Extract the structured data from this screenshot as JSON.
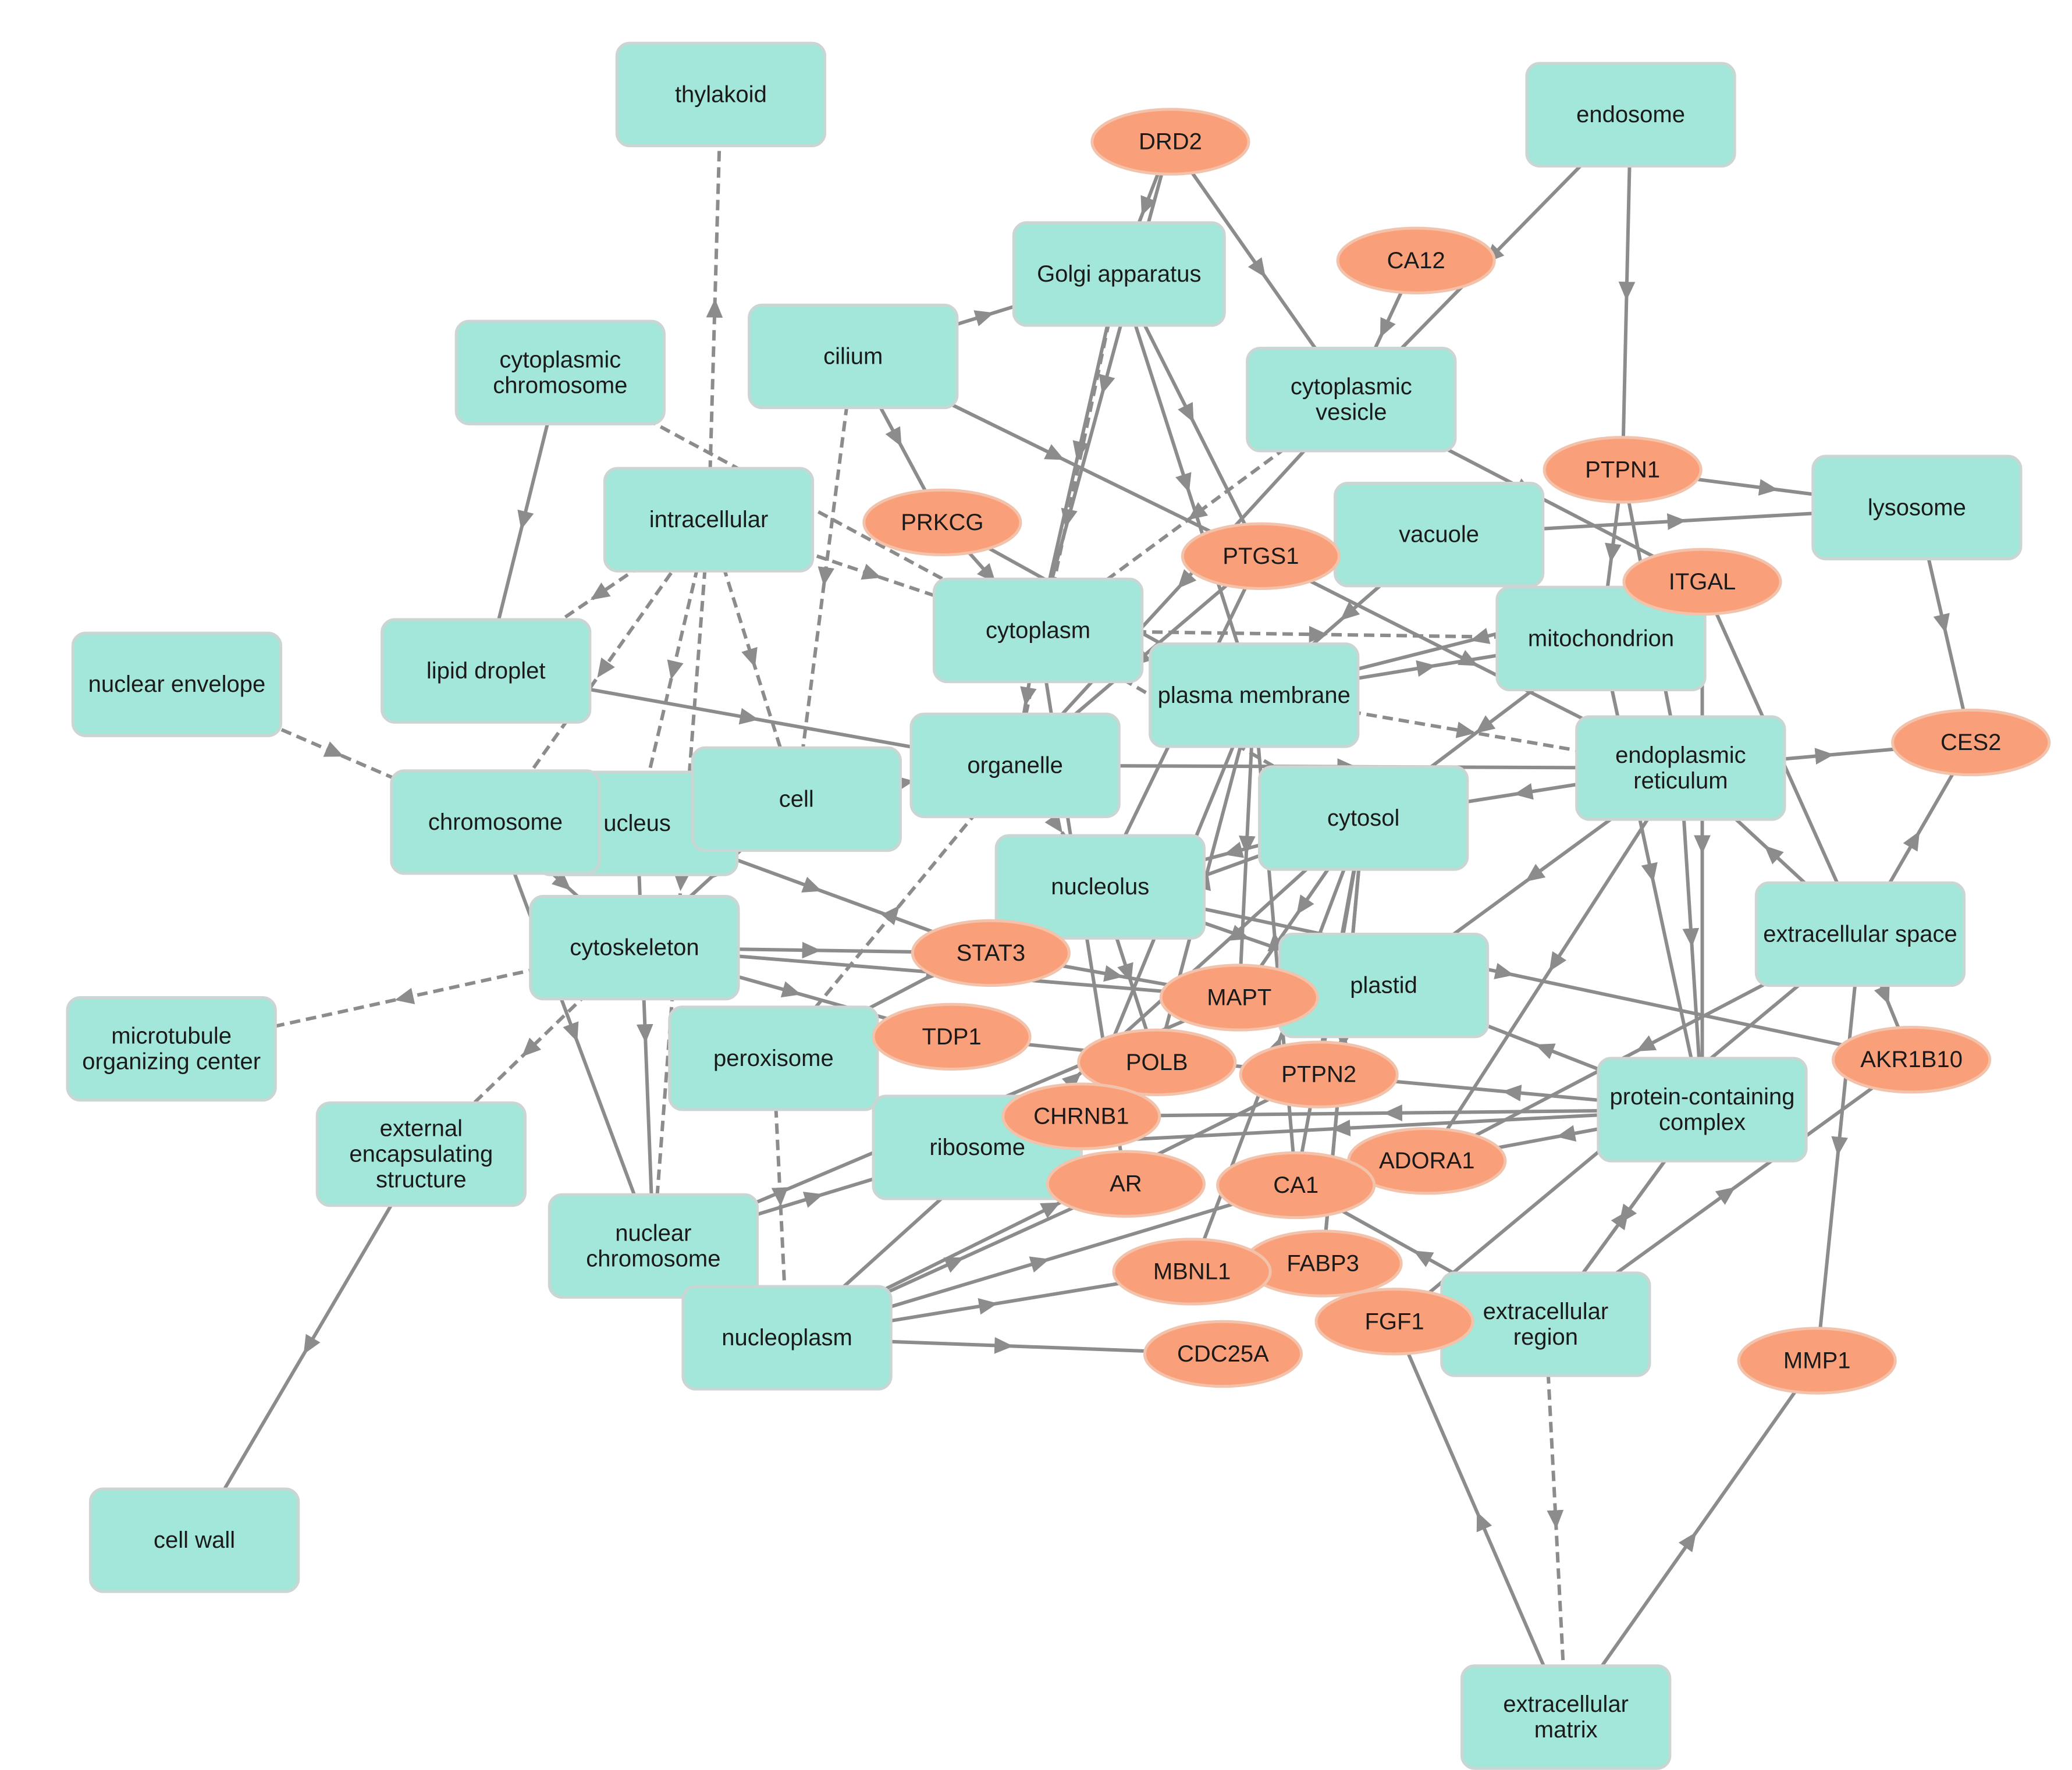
{
  "colors": {
    "component_fill": "#a3e6da",
    "component_stroke": "#c9d6d3",
    "gene_fill": "#f9a07a",
    "gene_stroke": "#f3c2ab",
    "edge": "#8c8c8c",
    "text": "#1a1a1a"
  },
  "nodes": [
    {
      "id": "thylakoid",
      "kind": "component",
      "lines": [
        "thylakoid"
      ]
    },
    {
      "id": "endosome",
      "kind": "component",
      "lines": [
        "endosome"
      ]
    },
    {
      "id": "golgi",
      "kind": "component",
      "lines": [
        "Golgi apparatus"
      ]
    },
    {
      "id": "cilium",
      "kind": "component",
      "lines": [
        "cilium"
      ]
    },
    {
      "id": "cytchrom",
      "kind": "component",
      "lines": [
        "cytoplasmic",
        "chromosome"
      ]
    },
    {
      "id": "cytves",
      "kind": "component",
      "lines": [
        "cytoplasmic",
        "vesicle"
      ]
    },
    {
      "id": "intracellular",
      "kind": "component",
      "lines": [
        "intracellular"
      ]
    },
    {
      "id": "vacuole",
      "kind": "component",
      "lines": [
        "vacuole"
      ]
    },
    {
      "id": "lysosome",
      "kind": "component",
      "lines": [
        "lysosome"
      ]
    },
    {
      "id": "cytoplasm",
      "kind": "component",
      "lines": [
        "cytoplasm"
      ]
    },
    {
      "id": "mito",
      "kind": "component",
      "lines": [
        "mitochondrion"
      ]
    },
    {
      "id": "nucenv",
      "kind": "component",
      "lines": [
        "nuclear envelope"
      ]
    },
    {
      "id": "lipid",
      "kind": "component",
      "lines": [
        "lipid droplet"
      ]
    },
    {
      "id": "plasmamem",
      "kind": "component",
      "lines": [
        "plasma membrane"
      ]
    },
    {
      "id": "er",
      "kind": "component",
      "lines": [
        "endoplasmic",
        "reticulum"
      ]
    },
    {
      "id": "nucleus",
      "kind": "component",
      "lines": [
        "ucleus"
      ]
    },
    {
      "id": "chromosome",
      "kind": "component",
      "lines": [
        "chromosome"
      ]
    },
    {
      "id": "cell",
      "kind": "component",
      "lines": [
        "cell"
      ]
    },
    {
      "id": "organelle",
      "kind": "component",
      "lines": [
        "organelle"
      ]
    },
    {
      "id": "cytosol",
      "kind": "component",
      "lines": [
        "cytosol"
      ]
    },
    {
      "id": "nucleolus",
      "kind": "component",
      "lines": [
        "nucleolus"
      ]
    },
    {
      "id": "extspace",
      "kind": "component",
      "lines": [
        "extracellular space"
      ]
    },
    {
      "id": "cytoskel",
      "kind": "component",
      "lines": [
        "cytoskeleton"
      ]
    },
    {
      "id": "plastid",
      "kind": "component",
      "lines": [
        "plastid"
      ]
    },
    {
      "id": "mtoc",
      "kind": "component",
      "lines": [
        "microtubule",
        "organizing center"
      ]
    },
    {
      "id": "peroxisome",
      "kind": "component",
      "lines": [
        "peroxisome"
      ]
    },
    {
      "id": "protcomplex",
      "kind": "component",
      "lines": [
        "protein-containing",
        "complex"
      ]
    },
    {
      "id": "extencap",
      "kind": "component",
      "lines": [
        "external",
        "encapsulating",
        "structure"
      ]
    },
    {
      "id": "ribosome",
      "kind": "component",
      "lines": [
        "ribosome"
      ]
    },
    {
      "id": "nucchrom",
      "kind": "component",
      "lines": [
        "nuclear",
        "chromosome"
      ]
    },
    {
      "id": "extregion",
      "kind": "component",
      "lines": [
        "extracellular",
        "region"
      ]
    },
    {
      "id": "nucleoplasm",
      "kind": "component",
      "lines": [
        "nucleoplasm"
      ]
    },
    {
      "id": "cellwall",
      "kind": "component",
      "lines": [
        "cell wall"
      ]
    },
    {
      "id": "extmatrix",
      "kind": "component",
      "lines": [
        "extracellular",
        "matrix"
      ]
    },
    {
      "id": "DRD2",
      "kind": "gene",
      "lines": [
        "DRD2"
      ]
    },
    {
      "id": "CA12",
      "kind": "gene",
      "lines": [
        "CA12"
      ]
    },
    {
      "id": "PTPN1",
      "kind": "gene",
      "lines": [
        "PTPN1"
      ]
    },
    {
      "id": "PRKCG",
      "kind": "gene",
      "lines": [
        "PRKCG"
      ]
    },
    {
      "id": "PTGS1",
      "kind": "gene",
      "lines": [
        "PTGS1"
      ]
    },
    {
      "id": "ITGAL",
      "kind": "gene",
      "lines": [
        "ITGAL"
      ]
    },
    {
      "id": "CES2",
      "kind": "gene",
      "lines": [
        "CES2"
      ]
    },
    {
      "id": "STAT3",
      "kind": "gene",
      "lines": [
        "STAT3"
      ]
    },
    {
      "id": "MAPT",
      "kind": "gene",
      "lines": [
        "MAPT"
      ]
    },
    {
      "id": "TDP1",
      "kind": "gene",
      "lines": [
        "TDP1"
      ]
    },
    {
      "id": "POLB",
      "kind": "gene",
      "lines": [
        "POLB"
      ]
    },
    {
      "id": "PTPN2",
      "kind": "gene",
      "lines": [
        "PTPN2"
      ]
    },
    {
      "id": "AKR1B10",
      "kind": "gene",
      "lines": [
        "AKR1B10"
      ]
    },
    {
      "id": "CHRNB1",
      "kind": "gene",
      "lines": [
        "CHRNB1"
      ]
    },
    {
      "id": "ADORA1",
      "kind": "gene",
      "lines": [
        "ADORA1"
      ]
    },
    {
      "id": "AR",
      "kind": "gene",
      "lines": [
        "AR"
      ]
    },
    {
      "id": "CA1",
      "kind": "gene",
      "lines": [
        "CA1"
      ]
    },
    {
      "id": "FABP3",
      "kind": "gene",
      "lines": [
        "FABP3"
      ]
    },
    {
      "id": "MBNL1",
      "kind": "gene",
      "lines": [
        "MBNL1"
      ]
    },
    {
      "id": "FGF1",
      "kind": "gene",
      "lines": [
        "FGF1"
      ]
    },
    {
      "id": "CDC25A",
      "kind": "gene",
      "lines": [
        "CDC25A"
      ]
    },
    {
      "id": "MMP1",
      "kind": "gene",
      "lines": [
        "MMP1"
      ]
    }
  ],
  "edges": [
    {
      "from": "intracellular",
      "to": "thylakoid",
      "dashed": true
    },
    {
      "from": "DRD2",
      "to": "golgi",
      "dashed": false
    },
    {
      "from": "DRD2",
      "to": "cytves",
      "dashed": false
    },
    {
      "from": "DRD2",
      "to": "cytoplasm",
      "dashed": false
    },
    {
      "from": "cilium",
      "to": "golgi",
      "dashed": false
    },
    {
      "from": "cilium",
      "to": "PRKCG",
      "dashed": false
    },
    {
      "from": "cilium",
      "to": "PTGS1",
      "dashed": false
    },
    {
      "from": "cilium",
      "to": "cell",
      "dashed": true
    },
    {
      "from": "endosome",
      "to": "PTPN1",
      "dashed": false
    },
    {
      "from": "endosome",
      "to": "cytves",
      "dashed": false
    },
    {
      "from": "CA12",
      "to": "cytves",
      "dashed": false
    },
    {
      "from": "golgi",
      "to": "PTGS1",
      "dashed": false
    },
    {
      "from": "golgi",
      "to": "organelle",
      "dashed": true
    },
    {
      "from": "golgi",
      "to": "cytoplasm",
      "dashed": false
    },
    {
      "from": "golgi",
      "to": "plasmamem",
      "dashed": false
    },
    {
      "from": "cytchrom",
      "to": "cytoplasm",
      "dashed": true
    },
    {
      "from": "cytchrom",
      "to": "lipid",
      "dashed": false
    },
    {
      "from": "cytves",
      "to": "cytoplasm",
      "dashed": true
    },
    {
      "from": "cytves",
      "to": "ITGAL",
      "dashed": false
    },
    {
      "from": "cytves",
      "to": "organelle",
      "dashed": false
    },
    {
      "from": "intracellular",
      "to": "cytoplasm",
      "dashed": true
    },
    {
      "from": "intracellular",
      "to": "lipid",
      "dashed": true
    },
    {
      "from": "intracellular",
      "to": "cell",
      "dashed": true
    },
    {
      "from": "intracellular",
      "to": "nucleus",
      "dashed": true
    },
    {
      "from": "intracellular",
      "to": "nucchrom",
      "dashed": true
    },
    {
      "from": "intracellular",
      "to": "chromosome",
      "dashed": true
    },
    {
      "from": "PTPN1",
      "to": "lysosome",
      "dashed": false
    },
    {
      "from": "PTPN1",
      "to": "mito",
      "dashed": false
    },
    {
      "from": "PTPN1",
      "to": "er",
      "dashed": false
    },
    {
      "from": "vacuole",
      "to": "lysosome",
      "dashed": false
    },
    {
      "from": "vacuole",
      "to": "plasmamem",
      "dashed": false
    },
    {
      "from": "PRKCG",
      "to": "cytoplasm",
      "dashed": false
    },
    {
      "from": "PRKCG",
      "to": "plasmamem",
      "dashed": false
    },
    {
      "from": "PTGS1",
      "to": "er",
      "dashed": false
    },
    {
      "from": "PTGS1",
      "to": "organelle",
      "dashed": false
    },
    {
      "from": "PTGS1",
      "to": "nucleolus",
      "dashed": false
    },
    {
      "from": "cytoplasm",
      "to": "mito",
      "dashed": true
    },
    {
      "from": "cytoplasm",
      "to": "cytosol",
      "dashed": true
    },
    {
      "from": "cytoplasm",
      "to": "organelle",
      "dashed": false
    },
    {
      "from": "plasmamem",
      "to": "mito",
      "dashed": false
    },
    {
      "from": "plasmamem",
      "to": "er",
      "dashed": true
    },
    {
      "from": "plasmamem",
      "to": "MAPT",
      "dashed": false
    },
    {
      "from": "ITGAL",
      "to": "plasmamem",
      "dashed": false
    },
    {
      "from": "ITGAL",
      "to": "extspace",
      "dashed": false
    },
    {
      "from": "ITGAL",
      "to": "protcomplex",
      "dashed": false
    },
    {
      "from": "lysosome",
      "to": "CES2",
      "dashed": false
    },
    {
      "from": "nucenv",
      "to": "chromosome",
      "dashed": true
    },
    {
      "from": "lipid",
      "to": "organelle",
      "dashed": false
    },
    {
      "from": "organelle",
      "to": "er",
      "dashed": false
    },
    {
      "from": "organelle",
      "to": "nucleolus",
      "dashed": true
    },
    {
      "from": "organelle",
      "to": "nucleus",
      "dashed": false
    },
    {
      "from": "er",
      "to": "CES2",
      "dashed": false
    },
    {
      "from": "er",
      "to": "cytosol",
      "dashed": false
    },
    {
      "from": "er",
      "to": "protcomplex",
      "dashed": false
    },
    {
      "from": "er",
      "to": "ADORA1",
      "dashed": false
    },
    {
      "from": "er",
      "to": "plastid",
      "dashed": false
    },
    {
      "from": "extspace",
      "to": "CES2",
      "dashed": false
    },
    {
      "from": "extspace",
      "to": "AKR1B10",
      "dashed": false
    },
    {
      "from": "extspace",
      "to": "er",
      "dashed": false
    },
    {
      "from": "extspace",
      "to": "MMP1",
      "dashed": false
    },
    {
      "from": "extspace",
      "to": "ADORA1",
      "dashed": false
    },
    {
      "from": "mito",
      "to": "cytosol",
      "dashed": false
    },
    {
      "from": "mito",
      "to": "protcomplex",
      "dashed": false
    },
    {
      "from": "cytosol",
      "to": "STAT3",
      "dashed": false
    },
    {
      "from": "cytosol",
      "to": "MAPT",
      "dashed": false
    },
    {
      "from": "cytosol",
      "to": "PTPN2",
      "dashed": false
    },
    {
      "from": "cytosol",
      "to": "CA1",
      "dashed": false
    },
    {
      "from": "cytosol",
      "to": "FABP3",
      "dashed": false
    },
    {
      "from": "cytosol",
      "to": "nucleolus",
      "dashed": false
    },
    {
      "from": "chromosome",
      "to": "cytoskel",
      "dashed": false
    },
    {
      "from": "chromosome",
      "to": "nucchrom",
      "dashed": false
    },
    {
      "from": "cell",
      "to": "organelle",
      "dashed": false
    },
    {
      "from": "cell",
      "to": "cytoskel",
      "dashed": false
    },
    {
      "from": "cytoskel",
      "to": "mtoc",
      "dashed": true
    },
    {
      "from": "cytoskel",
      "to": "STAT3",
      "dashed": false
    },
    {
      "from": "cytoskel",
      "to": "MAPT",
      "dashed": false
    },
    {
      "from": "cytoskel",
      "to": "TDP1",
      "dashed": false
    },
    {
      "from": "cytoskel",
      "to": "extencap",
      "dashed": true
    },
    {
      "from": "nucleus",
      "to": "STAT3",
      "dashed": false
    },
    {
      "from": "nucleus",
      "to": "nucchrom",
      "dashed": false
    },
    {
      "from": "nucleolus",
      "to": "plastid",
      "dashed": false
    },
    {
      "from": "nucleolus",
      "to": "AKR1B10",
      "dashed": false
    },
    {
      "from": "nucleolus",
      "to": "POLB",
      "dashed": false
    },
    {
      "from": "nucleolus",
      "to": "peroxisome",
      "dashed": false
    },
    {
      "from": "peroxisome",
      "to": "nucleoplasm",
      "dashed": true
    },
    {
      "from": "peroxisome",
      "to": "organelle",
      "dashed": true
    },
    {
      "from": "TDP1",
      "to": "PTPN2",
      "dashed": false
    },
    {
      "from": "STAT3",
      "to": "MAPT",
      "dashed": false
    },
    {
      "from": "protcomplex",
      "to": "CHRNB1",
      "dashed": false
    },
    {
      "from": "protcomplex",
      "to": "PTPN2",
      "dashed": false
    },
    {
      "from": "protcomplex",
      "to": "ADORA1",
      "dashed": false
    },
    {
      "from": "protcomplex",
      "to": "extregion",
      "dashed": true
    },
    {
      "from": "protcomplex",
      "to": "plastid",
      "dashed": false
    },
    {
      "from": "protcomplex",
      "to": "ribosome",
      "dashed": false
    },
    {
      "from": "extencap",
      "to": "cellwall",
      "dashed": false
    },
    {
      "from": "nucchrom",
      "to": "MAPT",
      "dashed": false
    },
    {
      "from": "nucchrom",
      "to": "ribosome",
      "dashed": false
    },
    {
      "from": "nucleoplasm",
      "to": "CDC25A",
      "dashed": false
    },
    {
      "from": "nucleoplasm",
      "to": "CA1",
      "dashed": false
    },
    {
      "from": "nucleoplasm",
      "to": "AR",
      "dashed": false
    },
    {
      "from": "nucleoplasm",
      "to": "MBNL1",
      "dashed": false
    },
    {
      "from": "nucleoplasm",
      "to": "cytosol",
      "dashed": false
    },
    {
      "from": "nucleoplasm",
      "to": "PTPN2",
      "dashed": false
    },
    {
      "from": "MBNL1",
      "to": "cytosol",
      "dashed": false
    },
    {
      "from": "extregion",
      "to": "extmatrix",
      "dashed": true
    },
    {
      "from": "extregion",
      "to": "protcomplex",
      "dashed": false
    },
    {
      "from": "extregion",
      "to": "AKR1B10",
      "dashed": false
    },
    {
      "from": "extregion",
      "to": "CA1",
      "dashed": false
    },
    {
      "from": "extmatrix",
      "to": "FGF1",
      "dashed": false
    },
    {
      "from": "extmatrix",
      "to": "MMP1",
      "dashed": false
    },
    {
      "from": "FGF1",
      "to": "extspace",
      "dashed": false
    },
    {
      "from": "CHRNB1",
      "to": "plasmamem",
      "dashed": false
    },
    {
      "from": "AR",
      "to": "cytoplasm",
      "dashed": false
    },
    {
      "from": "POLB",
      "to": "plasmamem",
      "dashed": false
    },
    {
      "from": "CA1",
      "to": "plasmamem",
      "dashed": false
    },
    {
      "from": "FABP3",
      "to": "cytosol",
      "dashed": false
    }
  ]
}
